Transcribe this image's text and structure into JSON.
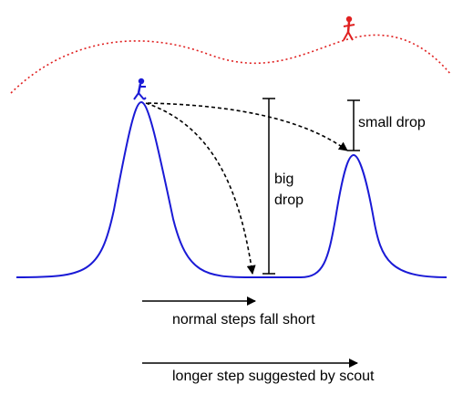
{
  "labels": {
    "big_drop_line1": "big",
    "big_drop_line2": "drop",
    "small_drop": "small drop",
    "normal_steps": "normal steps fall short",
    "longer_step": "longer step suggested by scout"
  },
  "colors": {
    "landscape": "#1a1ad6",
    "scout_path": "#e02020",
    "walker": "#1a1ad6",
    "scout": "#e02020",
    "ink": "#000000"
  },
  "icons": {
    "walker": "walker-figure-icon",
    "scout": "scout-figure-icon"
  }
}
